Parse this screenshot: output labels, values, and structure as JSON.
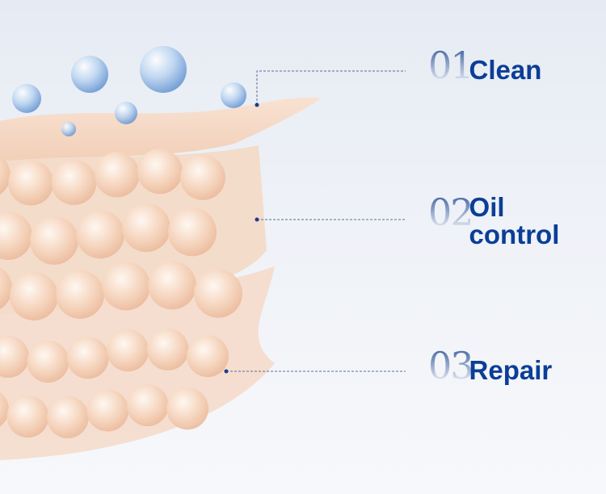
{
  "accent_color": "#0b3e96",
  "steps": [
    {
      "number": "01",
      "label": "Clean"
    },
    {
      "number": "02",
      "label": "Oil control"
    },
    {
      "number": "03",
      "label": "Repair"
    }
  ]
}
